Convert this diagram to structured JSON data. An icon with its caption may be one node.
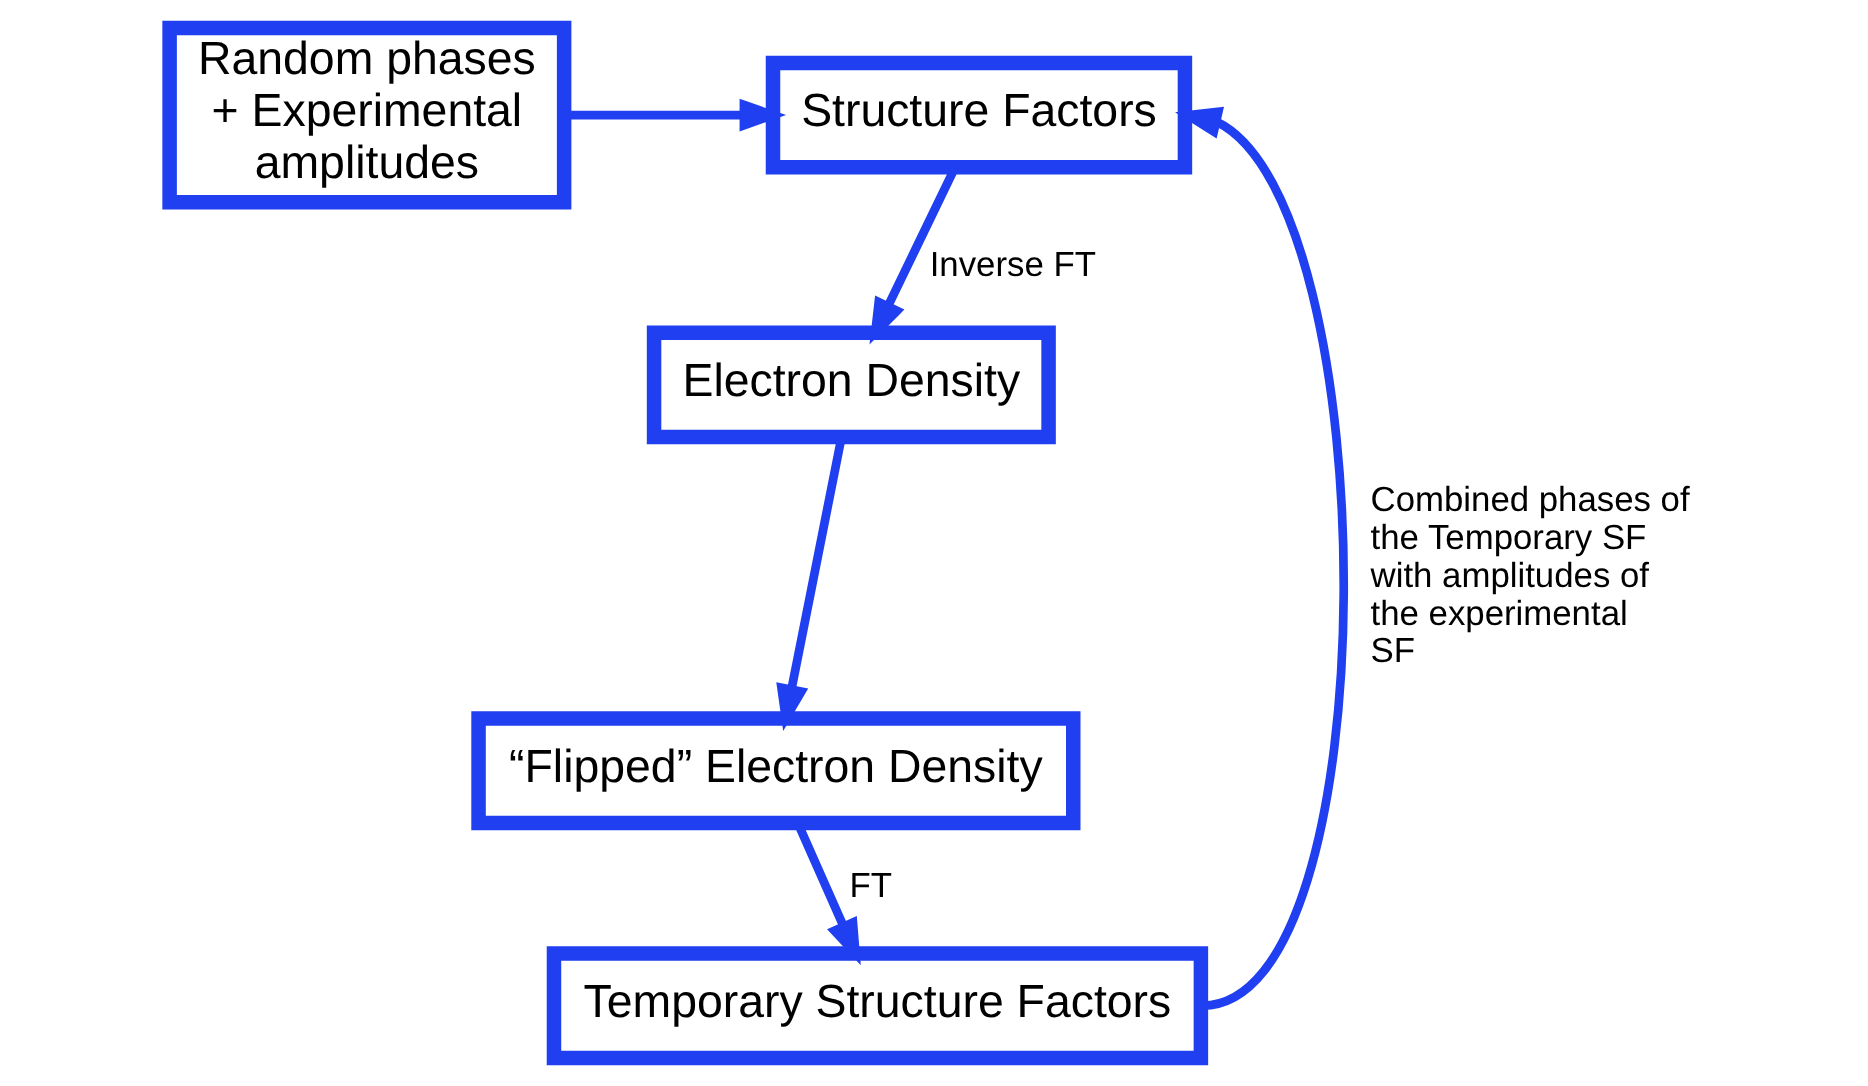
{
  "diagram": {
    "nodes": [
      {
        "text": [
          "Random phases + Experimental amplitudes"
        ]
      },
      {
        "text": [
          "Structure Factors"
        ]
      },
      {
        "text": [
          "Electron Density"
        ]
      },
      {
        "text": [
          "“Flipped” Electron Density"
        ]
      },
      {
        "text": [
          "Temporary Structure Factors"
        ]
      }
    ],
    "edges": [
      {
        "from": 0,
        "to": 1,
        "arrow": "to"
      },
      {
        "from": 1,
        "to": 2,
        "arrow": "to",
        "label": "Inverse FT"
      },
      {
        "from": 2,
        "to": 3,
        "arrow": "to"
      },
      {
        "from": 3,
        "to": 4,
        "arrow": "to",
        "label": "FT"
      },
      {
        "from": 4,
        "to": 1,
        "arrow": "to",
        "label": "Combined phases of the Temporary SF with amplitudes of the experimental SF"
      }
    ]
  }
}
